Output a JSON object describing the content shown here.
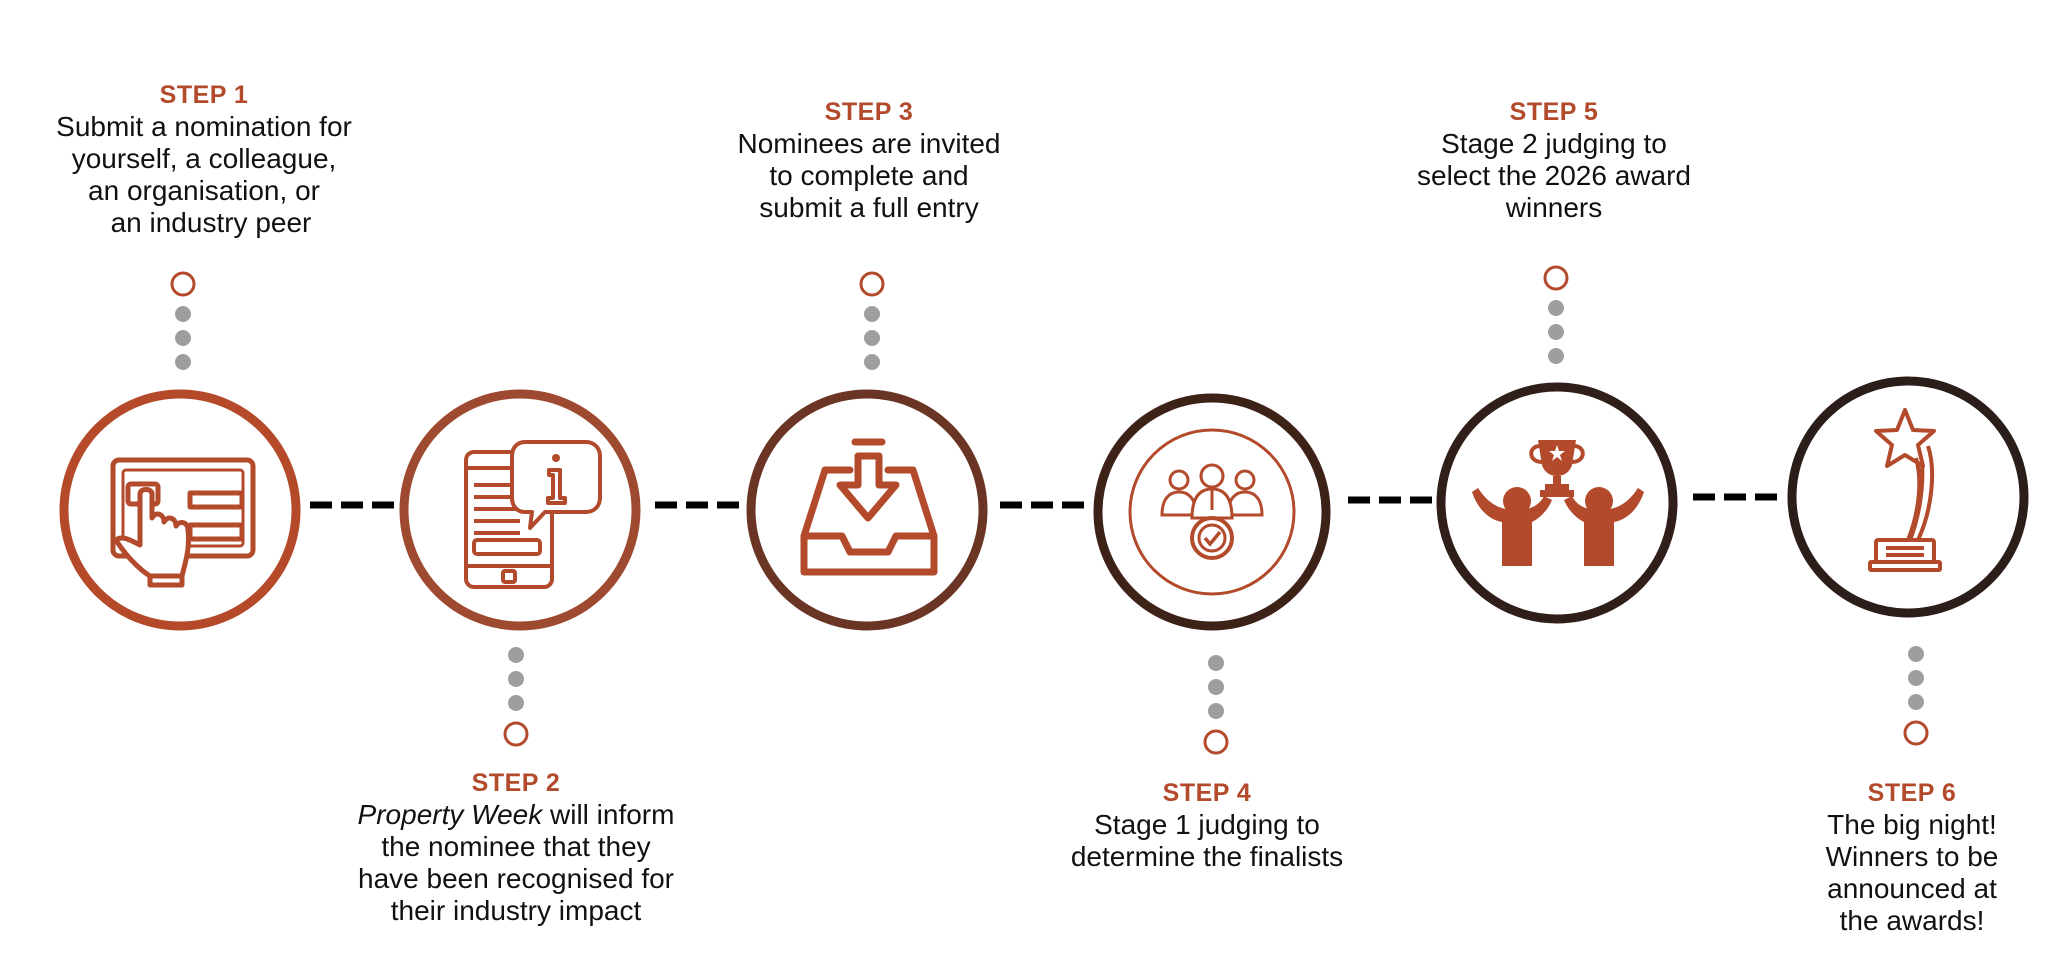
{
  "colors": {
    "accent": "#b24a2b",
    "step1": "#b54a2a",
    "step2": "#9e4a30",
    "step3": "#6b3525",
    "step4": "#3d2218",
    "step5": "#2f1e19",
    "step6": "#2a1d1a",
    "icon": "#b24a2b",
    "dots": "#9e9e9e",
    "dash": "#000000"
  },
  "steps": [
    {
      "label": "STEP 1",
      "icon": "hand-touch-card-icon",
      "lines": [
        "Submit a nomination for",
        "yourself, a colleague,",
        "an organisation, or",
        "an industry peer"
      ]
    },
    {
      "label": "STEP 2",
      "icon": "phone-info-icon",
      "italic": "Property Week",
      "lines_after_italic": " will inform",
      "lines": [
        "the nominee that they",
        "have been recognised for",
        "their industry impact"
      ]
    },
    {
      "label": "STEP 3",
      "icon": "inbox-download-icon",
      "lines": [
        "Nominees are invited",
        "to complete and",
        "submit a full entry"
      ]
    },
    {
      "label": "STEP 4",
      "icon": "judging-panel-icon",
      "lines": [
        "Stage 1 judging to",
        "determine the finalists"
      ]
    },
    {
      "label": "STEP 5",
      "icon": "trophy-winners-icon",
      "lines": [
        "Stage 2 judging to",
        "select the 2026 award",
        "winners"
      ]
    },
    {
      "label": "STEP 6",
      "icon": "star-award-icon",
      "lines": [
        "The big night!",
        "Winners to be",
        "announced at",
        "the awards!"
      ]
    }
  ]
}
